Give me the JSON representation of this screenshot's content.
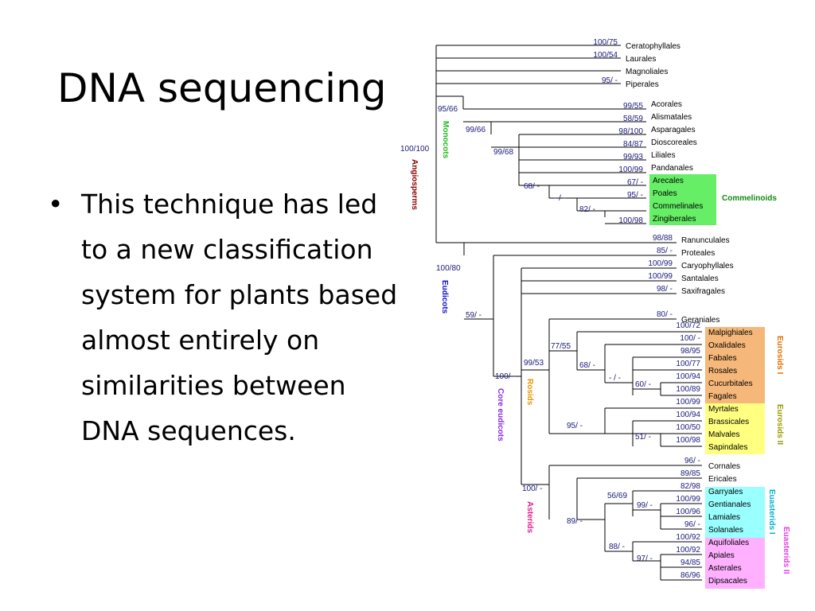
{
  "slide": {
    "title": "DNA sequencing",
    "bullet_symbol": "•",
    "bullet": "This technique has led to a new classification system for plants  based almost entirely on similarities between DNA sequences."
  },
  "tree": {
    "taxa_top": [
      "Ceratophyllales",
      "Laurales",
      "Magnoliales",
      "Piperales"
    ],
    "taxa_monocots": [
      "Acorales",
      "Alismatales",
      "Asparagales",
      "Dioscoreales",
      "Liliales",
      "Pandanales"
    ],
    "taxa_commelinoids": [
      "Arecales",
      "Poales",
      "Commelinales",
      "Zingiberales"
    ],
    "taxa_eudicots_basal": [
      "Ranunculales",
      "Proteales",
      "Caryophyllales",
      "Santalales",
      "Saxifragales"
    ],
    "taxa_rosids_first": [
      "Geraniales"
    ],
    "taxa_eurosids1": [
      "Malpighiales",
      "Oxalidales",
      "Fabales",
      "Rosales",
      "Cucurbitales",
      "Fagales"
    ],
    "taxa_eurosids2": [
      "Myrtales",
      "Brassicales",
      "Malvales",
      "Sapindales"
    ],
    "taxa_asterids_basal": [
      "Cornales",
      "Ericales"
    ],
    "taxa_euasterids1": [
      "Garryales",
      "Gentianales",
      "Lamiales",
      "Solanales"
    ],
    "taxa_euasterids2": [
      "Aquifoliales",
      "Apiales",
      "Asterales",
      "Dipsacales"
    ],
    "support_values": {
      "s_ceratophyllales": "100/75",
      "s_laurales": "100/54",
      "s_piperales": "95/ -",
      "s_acorales": "99/55",
      "s_alismatales": "58/59",
      "s_asparagales": "98/100",
      "s_dioscoreales": "84/87",
      "s_liliales": "99/93",
      "s_pandanales": "100/99",
      "s_arecales": "67/ -",
      "s_poales": "95/ -",
      "s_zingiberales": "100/98",
      "s_ranunculales": "98/88",
      "s_proteales": "85/ -",
      "s_caryophyllales": "100/99",
      "s_santalales": "100/99",
      "s_saxifragales": "98/ -",
      "s_geraniales": "80/ -",
      "s_malpighiales": "100/72",
      "s_oxalidales": "100/ -",
      "s_fabales": "98/95",
      "s_rosales": "100/77",
      "s_cucurbitales": "100/94",
      "s_fagales": "100/89",
      "s_myrtales": "100/99",
      "s_brassicales": "100/94",
      "s_malvales": "100/50",
      "s_sapindales": "100/98",
      "s_cornales": "96/ -",
      "s_ericales": "89/85",
      "s_garryales": "82/98",
      "s_gentianales": "100/99",
      "s_lamiales": "100/96",
      "s_solanales": "96/ -",
      "s_aquifoliales": "100/92",
      "s_apiales": "100/92",
      "s_asterales": "94/85",
      "s_dipsacales": "86/96",
      "s_angiosperms": "100/100",
      "s_monocots": "95/66",
      "s_mono2": "99/66",
      "s_mono3": "99/68",
      "s_commelinids": "68/ -",
      "s_comm2": "- / -",
      "s_comm3": "82/ -",
      "s_eudicots": "100/80",
      "s_core_eudicots_stem": "59/ -",
      "s_core_eudicots": "100/ -",
      "s_rosids": "99/53",
      "s_eurosids_node": "77/55",
      "s_eurosids1_a": "68/ -",
      "s_eurosids1_b": "- / -",
      "s_eurosids1_c": "60/ -",
      "s_eurosids2": "95/ -",
      "s_eurosids2_b": "51/ -",
      "s_asterids": "100/ -",
      "s_euasterids": "89/ -",
      "s_euasterids1": "56/69",
      "s_euasterids1_b": "99/ -",
      "s_euasterids2": "88/ -",
      "s_euasterids2_b": "97/ -"
    },
    "clade_labels": {
      "angiosperms": "Angiosperms",
      "monocots": "Monocots",
      "commelinoids": "Commelinoids",
      "eudicots": "Eudicots",
      "core_eudicots": "Core eudicots",
      "rosids": "Rosids",
      "eurosids1": "Eurosids I",
      "eurosids2": "Eurosids II",
      "asterids": "Asterids",
      "euasterids1": "Euasterids I",
      "euasterids2": "Euasterids II"
    },
    "colors": {
      "lines": "#000000",
      "support_text": "#1a1a7a",
      "angiosperms": "#8b0000",
      "monocots": "#22bb22",
      "commelinoids": "#118811",
      "commelinoids_box": "#66ee66",
      "eudicots": "#1010cc",
      "core_eudicots": "#8a2be2",
      "rosids": "#e69500",
      "eurosids1": "#e07000",
      "eurosids1_box": "#f5b87a",
      "eurosids2": "#999900",
      "eurosids2_box": "#ffff80",
      "asterids": "#e0208c",
      "euasterids1": "#00b0d0",
      "euasterids1_box": "#99ffff",
      "euasterids2": "#e040e0",
      "euasterids2_box": "#ffb0ff"
    }
  }
}
